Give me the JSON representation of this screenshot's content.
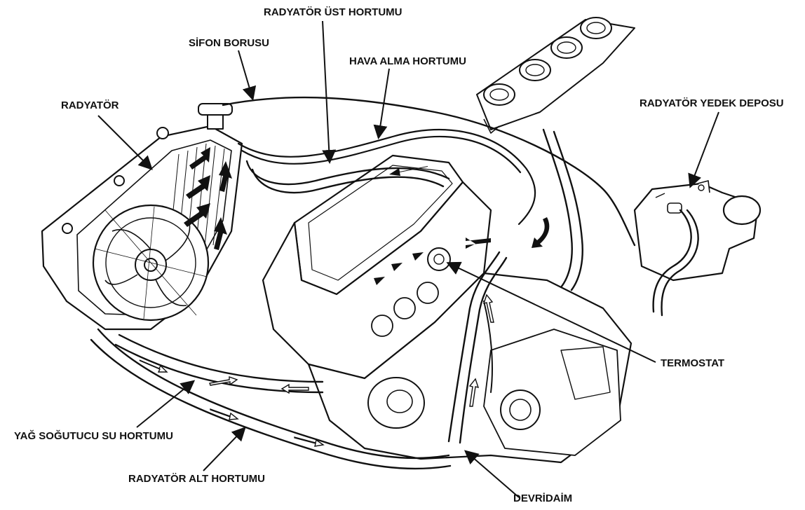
{
  "labels": {
    "radiator_upper_hose": "RADYATÖR ÜST HORTUMU",
    "siphon_pipe": "SİFON BORUSU",
    "air_vent_hose": "HAVA ALMA HORTUMU",
    "radiator": "RADYATÖR",
    "reserve_tank": "RADYATÖR YEDEK DEPOSU",
    "thermostat": "TERMOSTAT",
    "oil_cooler_hose": "YAĞ SOĞUTUCU SU HORTUMU",
    "radiator_lower_hose": "RADYATÖR ALT HORTUMU",
    "water_pump": "DEVRİDAİM"
  },
  "colors": {
    "ink": "#111111",
    "paper": "#ffffff"
  }
}
